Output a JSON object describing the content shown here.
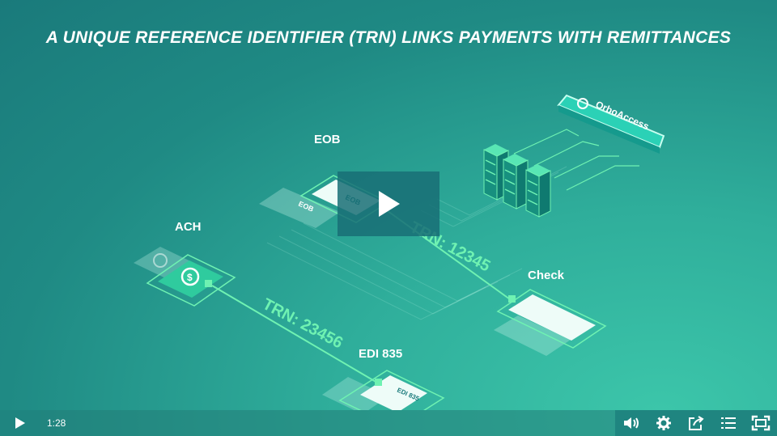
{
  "video": {
    "title": "A UNIQUE REFERENCE IDENTIFIER (TRN) LINKS PAYMENTS WITH REMITTANCES",
    "labels": {
      "eob": "EOB",
      "ach": "ACH",
      "check": "Check",
      "edi": "EDI 835"
    },
    "trn_codes": [
      "TRN: 12345",
      "TRN: 23456"
    ],
    "brand": "OrboAccess",
    "doc_labels": {
      "eob": "EOB",
      "edi": "EDI 835"
    }
  },
  "controls": {
    "time": "1:28",
    "icons": [
      "play-icon",
      "volume-icon",
      "settings-icon",
      "share-icon",
      "chapters-icon",
      "fullscreen-icon"
    ]
  },
  "colors": {
    "accent": "#6ff2b2",
    "control_bg": "#1f8580",
    "background": "#2a9d92"
  }
}
